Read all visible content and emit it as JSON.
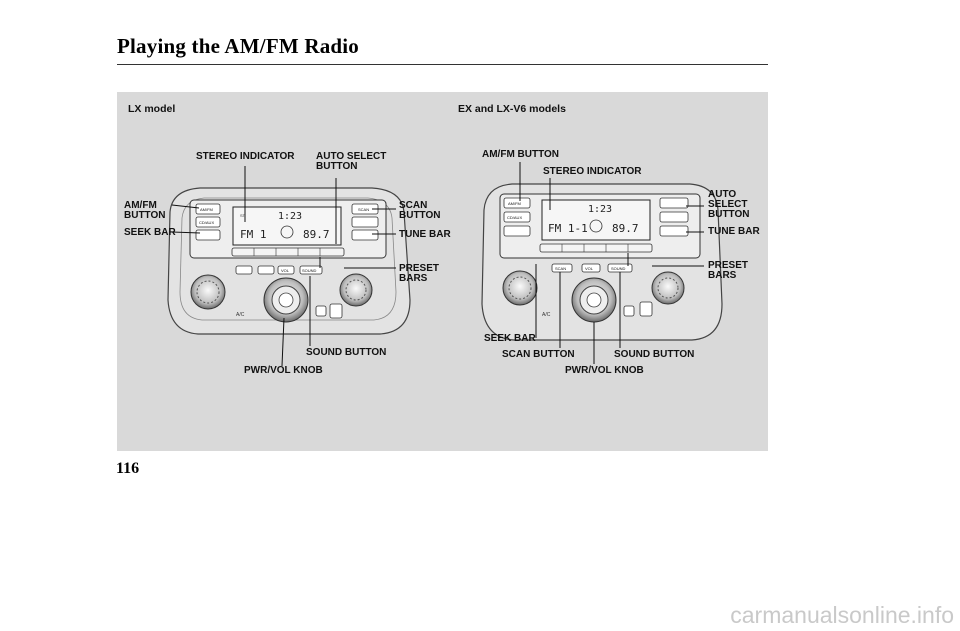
{
  "page": {
    "title": "Playing the AM/FM Radio",
    "page_number": "116",
    "watermark": "carmanualsonline.info"
  },
  "lx": {
    "section_label": "LX model",
    "labels": {
      "stereo_indicator": "STEREO INDICATOR",
      "auto_select": "AUTO SELECT\nBUTTON",
      "amfm": "AM/FM\nBUTTON",
      "seek_bar": "SEEK BAR",
      "scan": "SCAN\nBUTTON",
      "tune_bar": "TUNE BAR",
      "preset_bars": "PRESET\nBARS",
      "sound_button": "SOUND BUTTON",
      "pwr_vol": "PWR/VOL KNOB"
    },
    "display": {
      "band": "FM 1",
      "freq": "89.7",
      "clock": "1:23"
    },
    "buttons": {
      "amfm": "AM/FM",
      "cdaux": "CD/AUX",
      "scan": "SCAN",
      "vol": "VOL",
      "sound": "SOUND",
      "ac": "A/C"
    }
  },
  "ex": {
    "section_label": "EX and LX-V6 models",
    "labels": {
      "amfm": "AM/FM BUTTON",
      "stereo_indicator": "STEREO INDICATOR",
      "auto_select": "AUTO\nSELECT\nBUTTON",
      "tune_bar": "TUNE BAR",
      "preset_bars": "PRESET\nBARS",
      "seek_bar": "SEEK BAR",
      "scan": "SCAN BUTTON",
      "sound_button": "SOUND BUTTON",
      "pwr_vol": "PWR/VOL KNOB"
    },
    "display": {
      "band": "FM 1-1",
      "freq": "89.7",
      "clock": "1:23"
    },
    "buttons": {
      "amfm": "AM/FM",
      "cdaux": "CD/AUX",
      "scan": "SCAN",
      "vol": "VOL",
      "sound": "SOUND",
      "ac": "A/C"
    }
  }
}
